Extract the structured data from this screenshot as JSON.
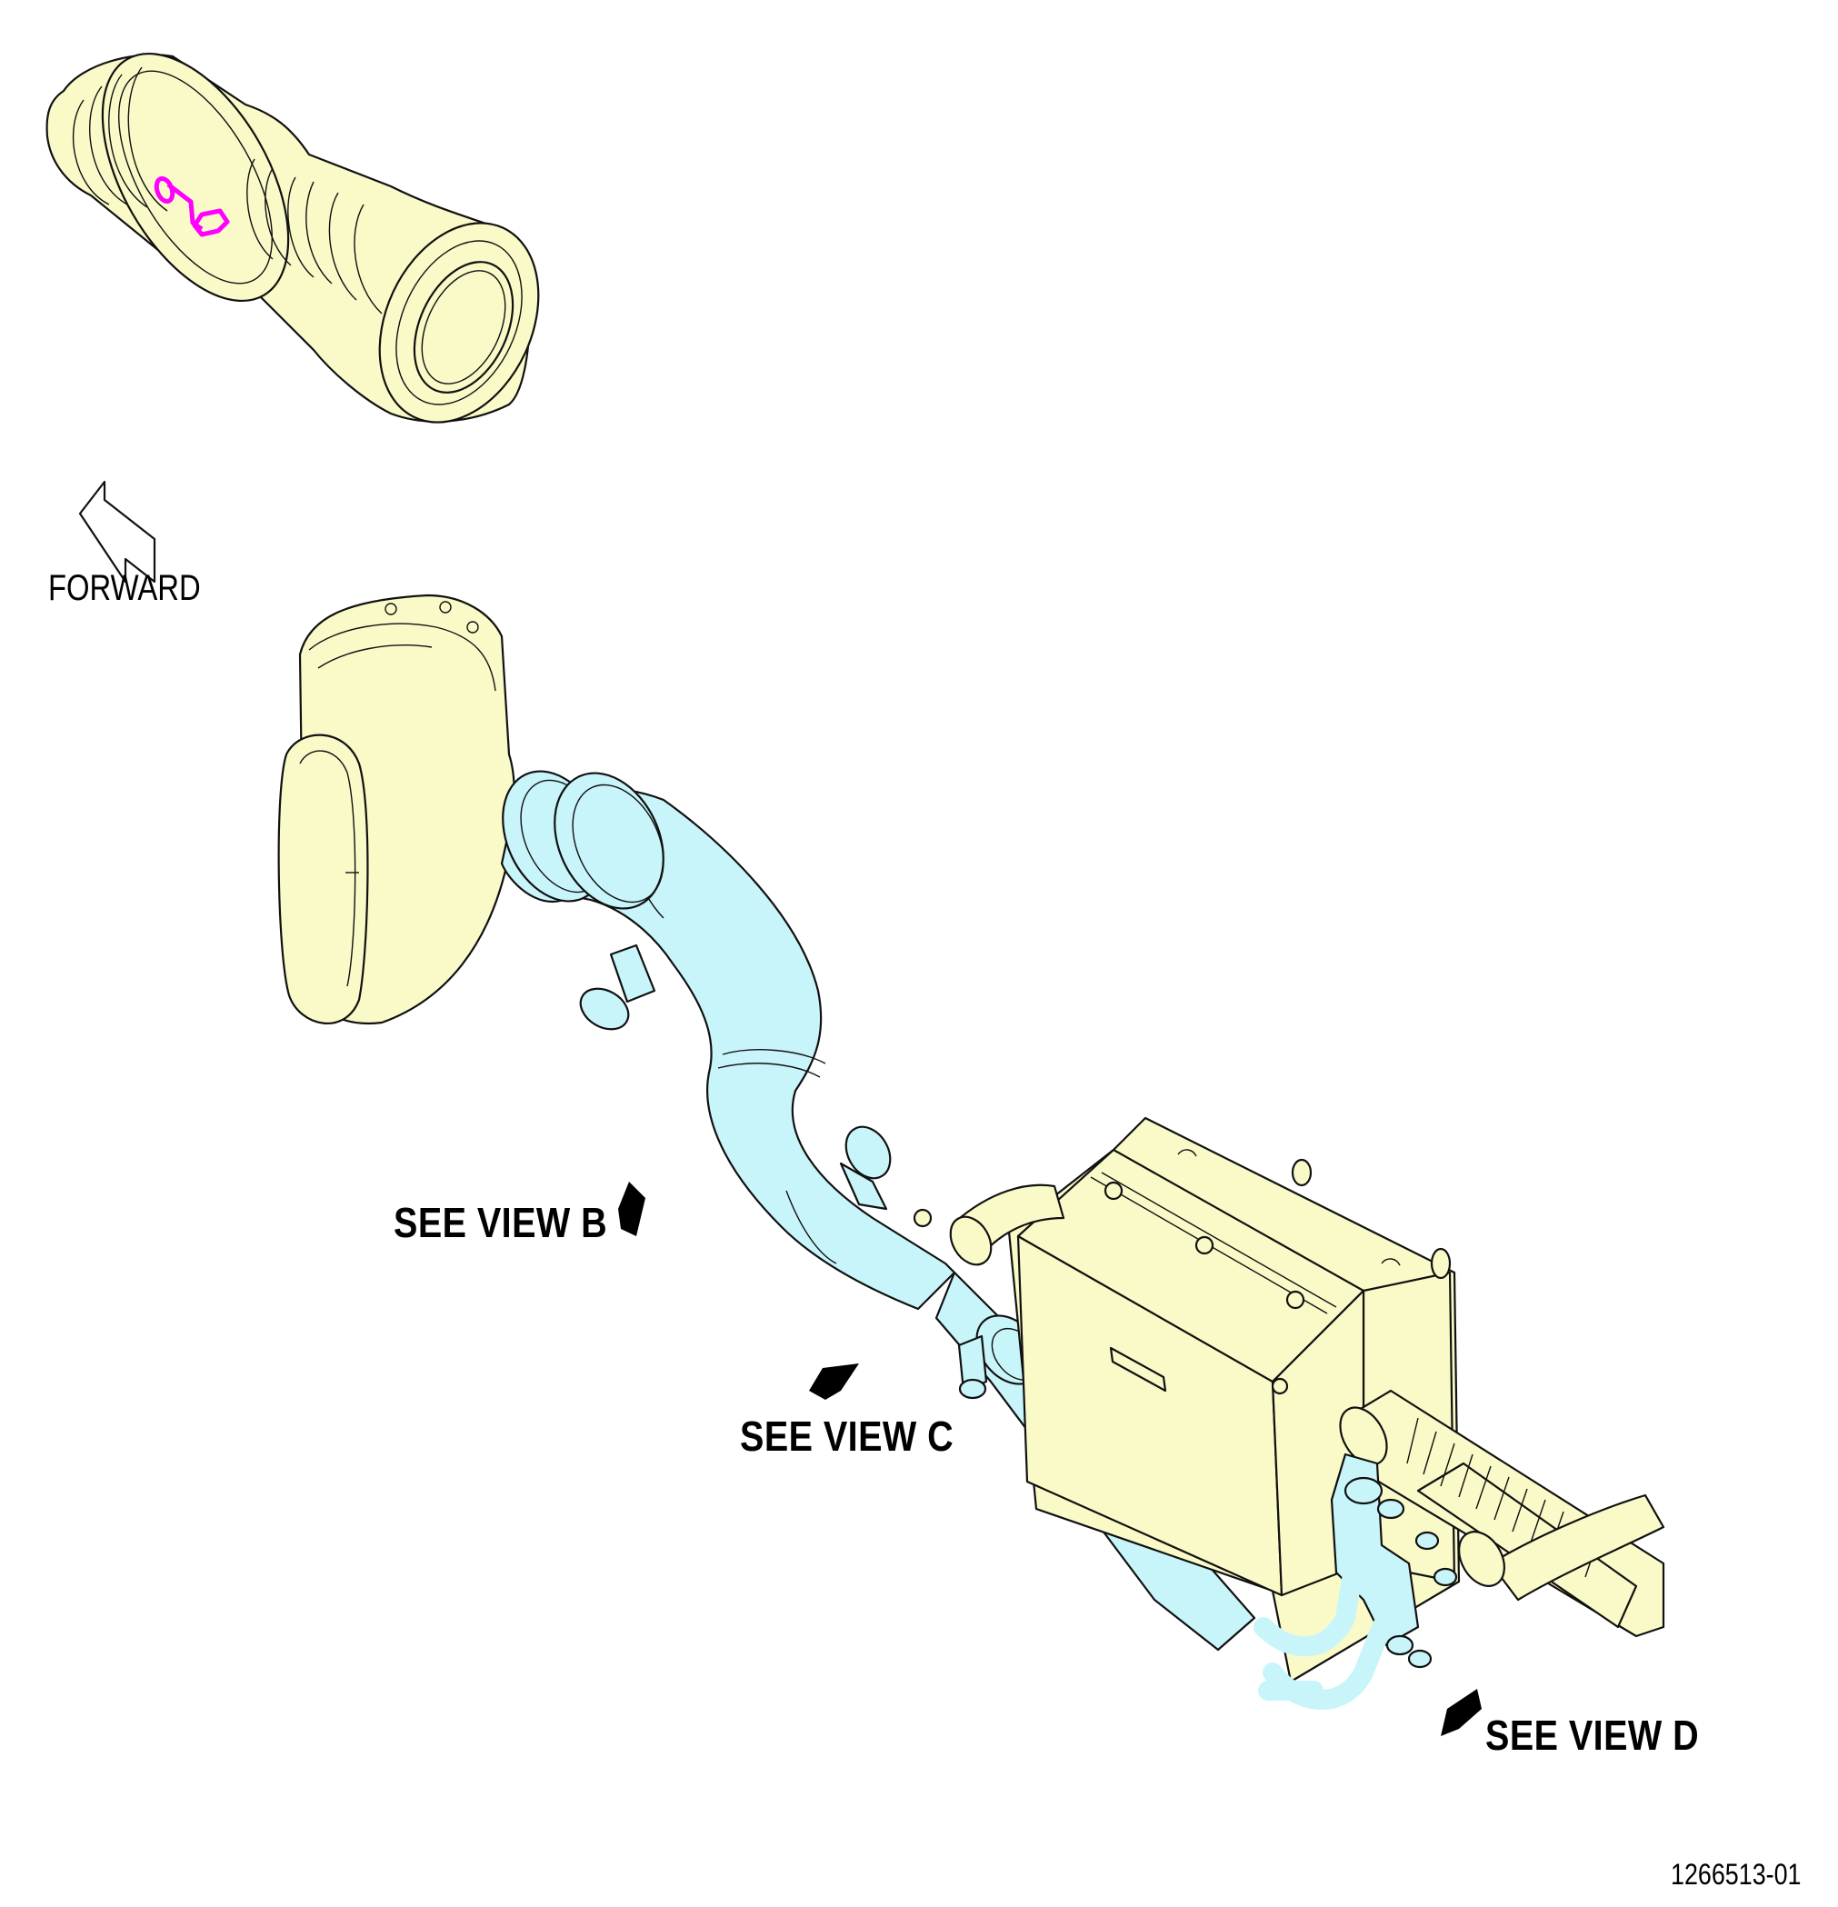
{
  "labels": {
    "forward": "FORWARD",
    "view_b": "SEE VIEW B",
    "view_c": "SEE VIEW C",
    "view_d": "SEE VIEW D",
    "figure_number": "1266513-01"
  },
  "colors": {
    "part_cream": "#fafac8",
    "part_cyan": "#c8f5fa",
    "highlight_magenta": "#ff00ff",
    "line": "#111111"
  },
  "icons": [
    "forward-arrow-icon",
    "view-arrow-icon"
  ]
}
